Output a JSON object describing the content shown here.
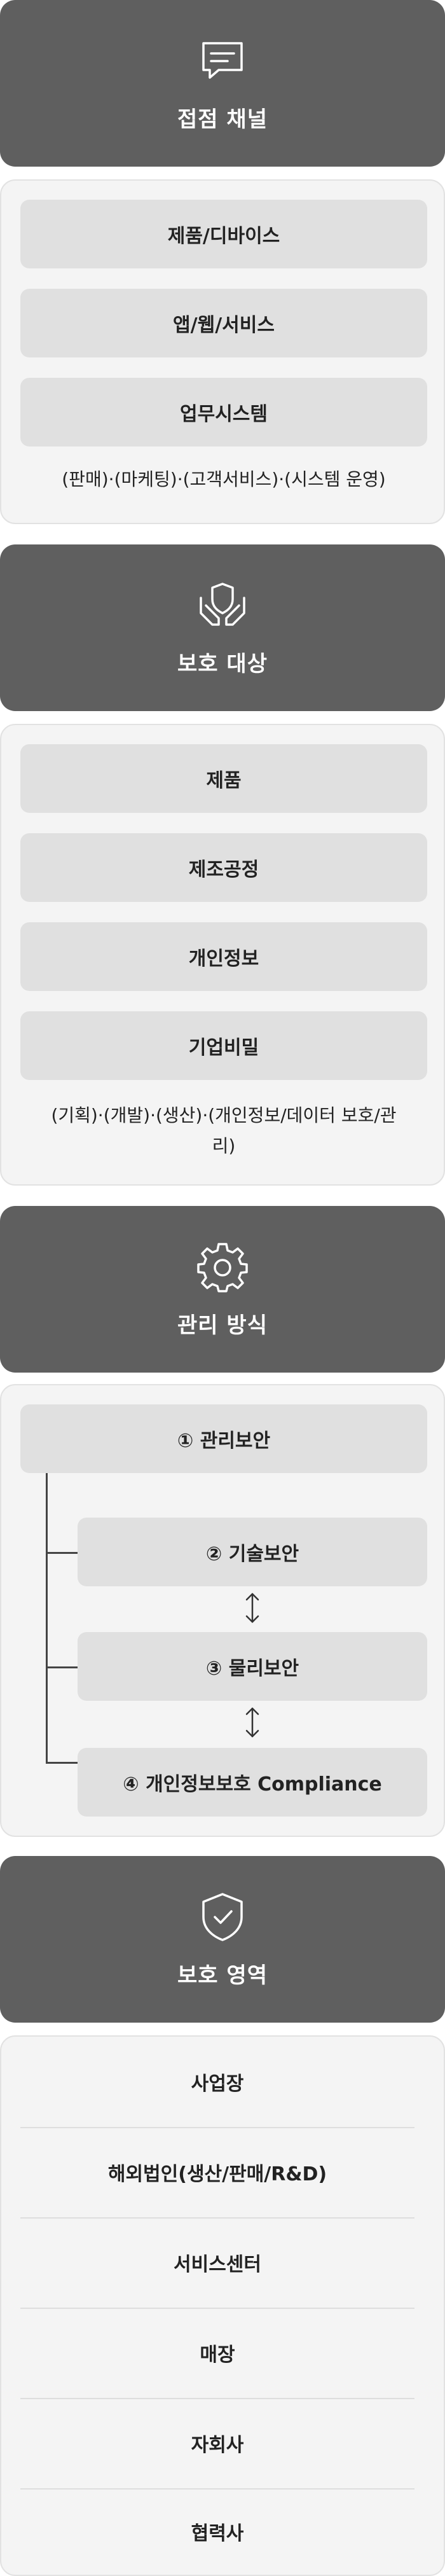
{
  "sections": {
    "channels": {
      "title": "접점 채널",
      "icon": "chat-message-icon",
      "items": [
        "제품/디바이스",
        "앱/웹/서비스",
        "업무시스템"
      ],
      "note": "(판매)·(마케팅)·(고객서비스)·(시스템 운영)"
    },
    "targets": {
      "title": "보호 대상",
      "icon": "hands-shield-icon",
      "items": [
        "제품",
        "제조공정",
        "개인정보",
        "기업비밀"
      ],
      "note_line1": "(기획)·(개발)·(생산)·(개인정보/데이터 보호/관",
      "note_line2": "리)"
    },
    "management": {
      "title": "관리 방식",
      "icon": "gear-icon",
      "root": "① 관리보안",
      "children": [
        "② 기술보안",
        "③ 물리보안",
        "④ 개인정보보호 Compliance"
      ]
    },
    "areas": {
      "title": "보호 영역",
      "icon": "shield-check-icon",
      "items": [
        "사업장",
        "해외법인(생산/판매/R&D)",
        "서비스센터",
        "매장",
        "자회사",
        "협력사"
      ]
    }
  },
  "colors": {
    "header_bg": "#5f5f5f",
    "panel_bg": "#f4f4f4",
    "pill_bg": "#e0e0e0"
  }
}
